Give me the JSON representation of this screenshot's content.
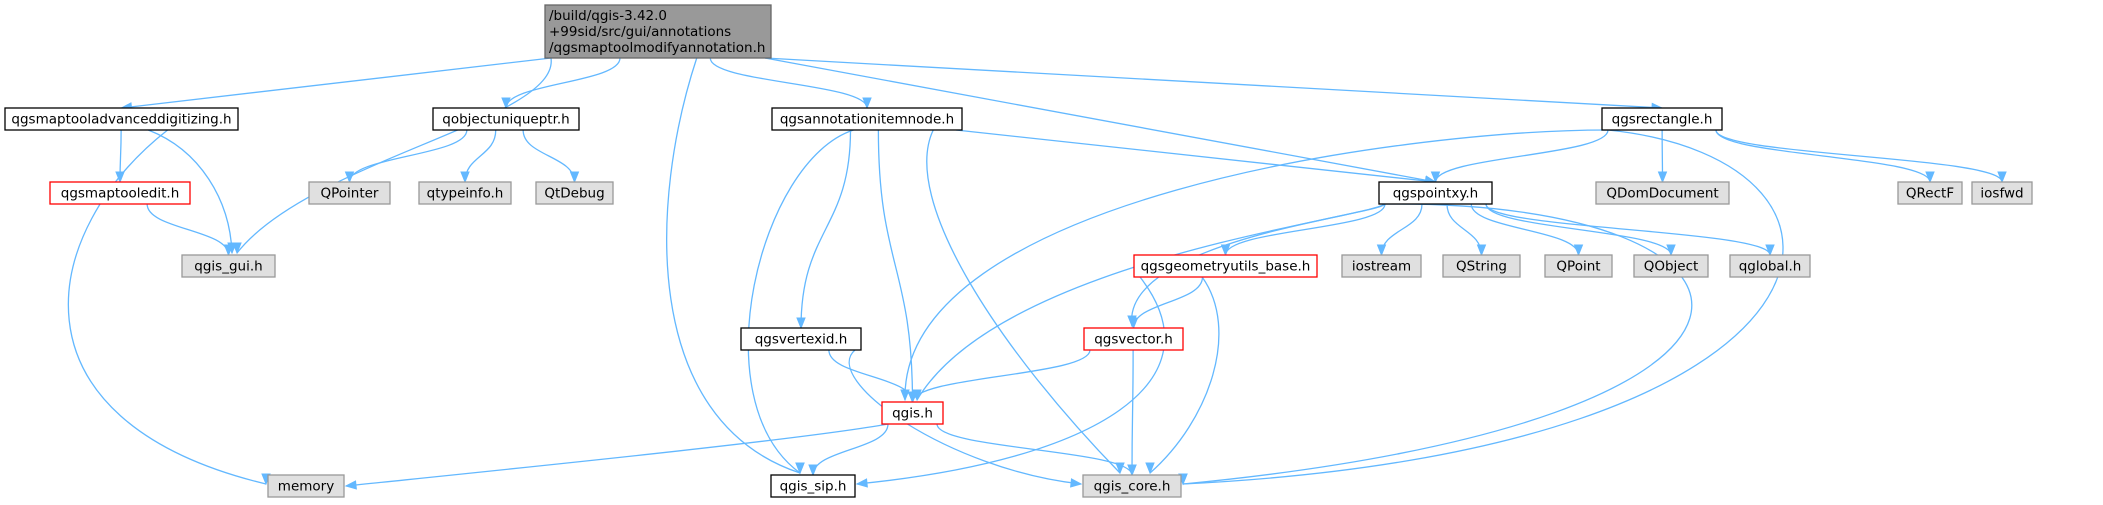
{
  "colors": {
    "edge": "#63b8ff",
    "root_fill": "#999999",
    "root_border": "#666666",
    "documented_fill": "#ffffff",
    "documented_border": "#000000",
    "incomplete_border": "#ff0000",
    "external_fill": "#e0e0e0",
    "external_border": "#999999",
    "text": "#000000"
  },
  "nodes": [
    {
      "id": "root",
      "kind": "root",
      "lines": [
        "/build/qgis-3.42.0",
        "+99sid/src/gui/annotations",
        "/qgsmaptoolmodifyannotation.h"
      ]
    },
    {
      "id": "adv",
      "kind": "documented",
      "lines": [
        "qgsmaptooladvanceddigitizing.h"
      ]
    },
    {
      "id": "edit",
      "kind": "incomplete",
      "lines": [
        "qgsmaptooledit.h"
      ]
    },
    {
      "id": "gui",
      "kind": "external",
      "lines": [
        "qgis_gui.h"
      ]
    },
    {
      "id": "memory",
      "kind": "external",
      "lines": [
        "memory"
      ]
    },
    {
      "id": "uniq",
      "kind": "documented",
      "lines": [
        "qobjectuniqueptr.h"
      ]
    },
    {
      "id": "qpointer",
      "kind": "external",
      "lines": [
        "QPointer"
      ]
    },
    {
      "id": "qtypeinfo",
      "kind": "external",
      "lines": [
        "qtypeinfo.h"
      ]
    },
    {
      "id": "qtdebug",
      "kind": "external",
      "lines": [
        "QtDebug"
      ]
    },
    {
      "id": "ann",
      "kind": "documented",
      "lines": [
        "qgsannotationitemnode.h"
      ]
    },
    {
      "id": "vertex",
      "kind": "documented",
      "lines": [
        "qgsvertexid.h"
      ]
    },
    {
      "id": "qgis",
      "kind": "incomplete",
      "lines": [
        "qgis.h"
      ]
    },
    {
      "id": "sip",
      "kind": "documented",
      "lines": [
        "qgis_sip.h"
      ]
    },
    {
      "id": "core",
      "kind": "external",
      "lines": [
        "qgis_core.h"
      ]
    },
    {
      "id": "rect",
      "kind": "documented",
      "lines": [
        "qgsrectangle.h"
      ]
    },
    {
      "id": "pointxy",
      "kind": "documented",
      "lines": [
        "qgspointxy.h"
      ]
    },
    {
      "id": "qdom",
      "kind": "external",
      "lines": [
        "QDomDocument"
      ]
    },
    {
      "id": "qrectf",
      "kind": "external",
      "lines": [
        "QRectF"
      ]
    },
    {
      "id": "iosfwd",
      "kind": "external",
      "lines": [
        "iosfwd"
      ]
    },
    {
      "id": "geomutils",
      "kind": "incomplete",
      "lines": [
        "qgsgeometryutils_base.h"
      ]
    },
    {
      "id": "vector",
      "kind": "incomplete",
      "lines": [
        "qgsvector.h"
      ]
    },
    {
      "id": "iostream",
      "kind": "external",
      "lines": [
        "iostream"
      ]
    },
    {
      "id": "qstring",
      "kind": "external",
      "lines": [
        "QString"
      ]
    },
    {
      "id": "qpoint",
      "kind": "external",
      "lines": [
        "QPoint"
      ]
    },
    {
      "id": "qobject",
      "kind": "external",
      "lines": [
        "QObject"
      ]
    },
    {
      "id": "qglobal",
      "kind": "external",
      "lines": [
        "qglobal.h"
      ]
    }
  ],
  "edges": [
    [
      "root",
      "adv"
    ],
    [
      "root",
      "gui"
    ],
    [
      "root",
      "uniq"
    ],
    [
      "root",
      "ann"
    ],
    [
      "root",
      "sip"
    ],
    [
      "root",
      "pointxy"
    ],
    [
      "root",
      "rect"
    ],
    [
      "adv",
      "edit"
    ],
    [
      "adv",
      "gui"
    ],
    [
      "adv",
      "memory"
    ],
    [
      "edit",
      "gui"
    ],
    [
      "uniq",
      "qpointer"
    ],
    [
      "uniq",
      "qtypeinfo"
    ],
    [
      "uniq",
      "qtdebug"
    ],
    [
      "ann",
      "vertex"
    ],
    [
      "ann",
      "qgis"
    ],
    [
      "ann",
      "sip"
    ],
    [
      "ann",
      "core"
    ],
    [
      "ann",
      "pointxy"
    ],
    [
      "vertex",
      "qgis"
    ],
    [
      "vertex",
      "core"
    ],
    [
      "qgis",
      "memory"
    ],
    [
      "qgis",
      "sip"
    ],
    [
      "qgis",
      "core"
    ],
    [
      "rect",
      "qgis"
    ],
    [
      "rect",
      "pointxy"
    ],
    [
      "rect",
      "qdom"
    ],
    [
      "rect",
      "qrectf"
    ],
    [
      "rect",
      "iosfwd"
    ],
    [
      "rect",
      "core"
    ],
    [
      "pointxy",
      "qgis"
    ],
    [
      "pointxy",
      "geomutils"
    ],
    [
      "pointxy",
      "vector"
    ],
    [
      "pointxy",
      "iostream"
    ],
    [
      "pointxy",
      "qstring"
    ],
    [
      "pointxy",
      "qpoint"
    ],
    [
      "pointxy",
      "qobject"
    ],
    [
      "pointxy",
      "qglobal"
    ],
    [
      "pointxy",
      "core"
    ],
    [
      "geomutils",
      "vector"
    ],
    [
      "geomutils",
      "sip"
    ],
    [
      "geomutils",
      "core"
    ],
    [
      "vector",
      "qgis"
    ],
    [
      "vector",
      "core"
    ]
  ]
}
